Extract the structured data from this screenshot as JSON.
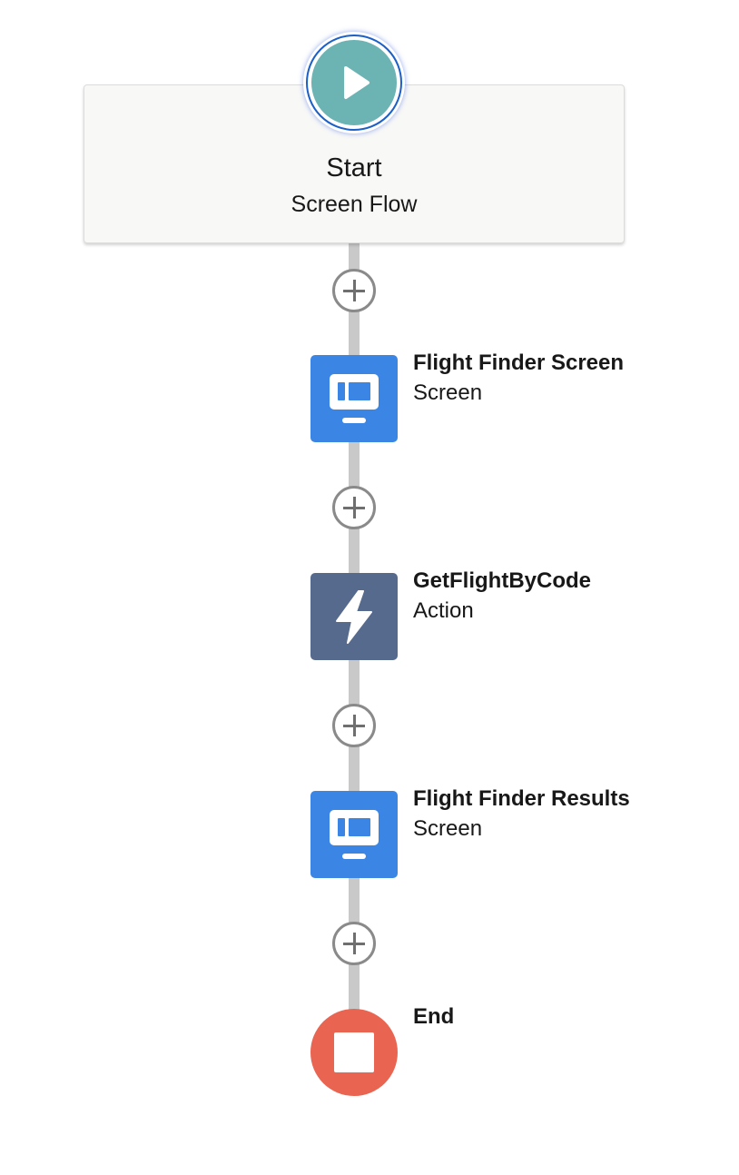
{
  "start": {
    "title": "Start",
    "subtitle": "Screen Flow",
    "icon": "play-icon",
    "color": "#6cb3b3"
  },
  "nodes": [
    {
      "label": "Flight Finder Screen",
      "type": "Screen",
      "icon": "screen-icon",
      "color": "#3b86e4"
    },
    {
      "label": "GetFlightByCode",
      "type": "Action",
      "icon": "lightning-bolt-icon",
      "color": "#566a8d"
    },
    {
      "label": "Flight Finder Results",
      "type": "Screen",
      "icon": "screen-icon",
      "color": "#3b86e4"
    }
  ],
  "end": {
    "label": "End",
    "icon": "stop-icon",
    "color": "#e96552"
  },
  "add_buttons": {
    "icon": "plus-icon",
    "count": 4
  }
}
